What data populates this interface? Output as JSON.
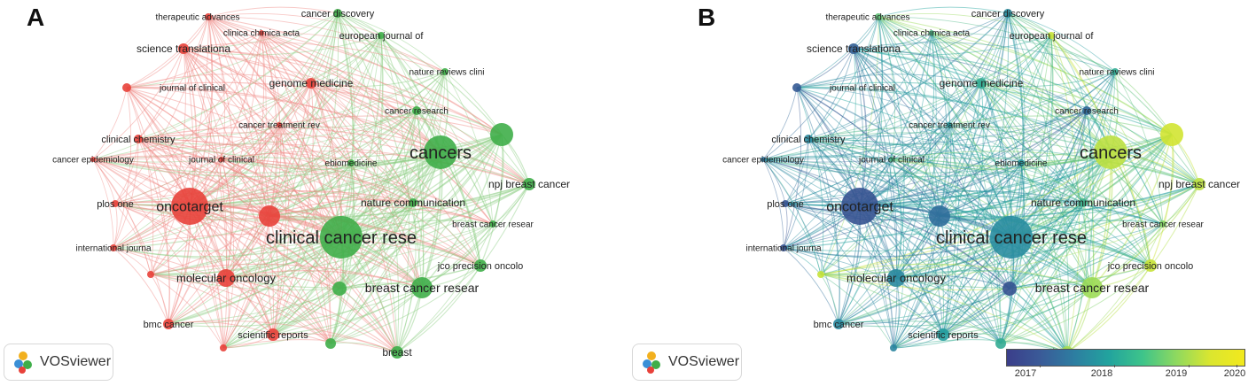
{
  "panels": [
    {
      "letter": "A",
      "mode": "cluster"
    },
    {
      "letter": "B",
      "mode": "overlay"
    }
  ],
  "logo_text": "VOSviewer",
  "colors": {
    "cluster_red": "#e8413a",
    "cluster_green": "#3fae49",
    "edge_red": "#f08a84",
    "edge_green": "#8fcf84"
  },
  "colorbar": {
    "ticks": [
      "2017",
      "2018",
      "2019",
      "2020"
    ],
    "range": [
      2016.6,
      2020.3
    ],
    "gradient": [
      "#3b3e8a",
      "#2d7ea1",
      "#22a39e",
      "#8fd95f",
      "#f2e91d"
    ]
  },
  "nodes": [
    {
      "id": "therapeutic",
      "label": "therapeutic advances",
      "cluster": "red",
      "year": 2019.0
    },
    {
      "id": "cancer_discovery",
      "label": "cancer discovery",
      "cluster": "green",
      "year": 2017.9
    },
    {
      "id": "clin_chim",
      "label": "clinica chimica acta",
      "cluster": "red",
      "year": 2018.8
    },
    {
      "id": "eur_journal",
      "label": "european journal of",
      "cluster": "green",
      "year": 2019.9
    },
    {
      "id": "sci_transl",
      "label": "science translationa",
      "cluster": "red",
      "year": 2017.1
    },
    {
      "id": "nat_rev_clin",
      "label": "nature reviews clini",
      "cluster": "green",
      "year": 2018.6
    },
    {
      "id": "jclin1",
      "label": "journal of clinical",
      "cluster": "red",
      "year": 2017.0
    },
    {
      "id": "genome_med",
      "label": "genome medicine",
      "cluster": "red",
      "year": 2018.6
    },
    {
      "id": "cancer_research",
      "label": "cancer research",
      "cluster": "green",
      "year": 2017.2
    },
    {
      "id": "cancer_treat",
      "label": "cancer treatment rev",
      "cluster": "red",
      "year": 2018.2
    },
    {
      "id": "unlabeled_g",
      "label": "",
      "cluster": "green",
      "year": 2020.0
    },
    {
      "id": "clin_chem",
      "label": "clinical chemistry",
      "cluster": "red",
      "year": 2017.8
    },
    {
      "id": "cancers",
      "label": "cancers",
      "cluster": "green",
      "year": 2019.8
    },
    {
      "id": "cancer_epi",
      "label": "cancer epidemiology",
      "cluster": "red",
      "year": 2017.4
    },
    {
      "id": "jclin2",
      "label": "journal of clinical",
      "cluster": "red",
      "year": 2018.8
    },
    {
      "id": "ebiomed",
      "label": "ebiomedicine",
      "cluster": "green",
      "year": 2018.1
    },
    {
      "id": "npj",
      "label": "npj breast cancer",
      "cluster": "green",
      "year": 2019.8
    },
    {
      "id": "oncotarget",
      "label": "oncotarget",
      "cluster": "red",
      "year": 2016.9
    },
    {
      "id": "unlabeled_r",
      "label": "",
      "cluster": "red",
      "year": 2017.3
    },
    {
      "id": "nat_comm",
      "label": "nature communication",
      "cluster": "green",
      "year": 2018.7
    },
    {
      "id": "plos",
      "label": "plos one",
      "cluster": "red",
      "year": 2016.9
    },
    {
      "id": "clin_cancer_res",
      "label": "clinical cancer rese",
      "cluster": "green",
      "year": 2017.9
    },
    {
      "id": "bcr_small",
      "label": "breast cancer resear",
      "cluster": "green",
      "year": 2019.3
    },
    {
      "id": "intl",
      "label": "international journa",
      "cluster": "red",
      "year": 2016.9
    },
    {
      "id": "jco_po",
      "label": "jco precision oncolo",
      "cluster": "green",
      "year": 2019.9
    },
    {
      "id": "unlabeled_y",
      "label": "",
      "cluster": "red",
      "year": 2019.9
    },
    {
      "id": "mol_onc",
      "label": "molecular oncology",
      "cluster": "red",
      "year": 2017.8
    },
    {
      "id": "unlabeled_p",
      "label": "",
      "cluster": "green",
      "year": 2016.9
    },
    {
      "id": "bcr_big",
      "label": "breast cancer resear",
      "cluster": "green",
      "year": 2019.5
    },
    {
      "id": "bmc",
      "label": "bmc cancer",
      "cluster": "red",
      "year": 2017.8
    },
    {
      "id": "sci_rep",
      "label": "scientific reports",
      "cluster": "red",
      "year": 2018.3
    },
    {
      "id": "unlabeled_b",
      "label": "",
      "cluster": "red",
      "year": 2017.7
    },
    {
      "id": "unlabeled_g2",
      "label": "",
      "cluster": "green",
      "year": 2018.6
    },
    {
      "id": "breast",
      "label": "breast",
      "cluster": "green",
      "year": 2019.6
    }
  ]
}
